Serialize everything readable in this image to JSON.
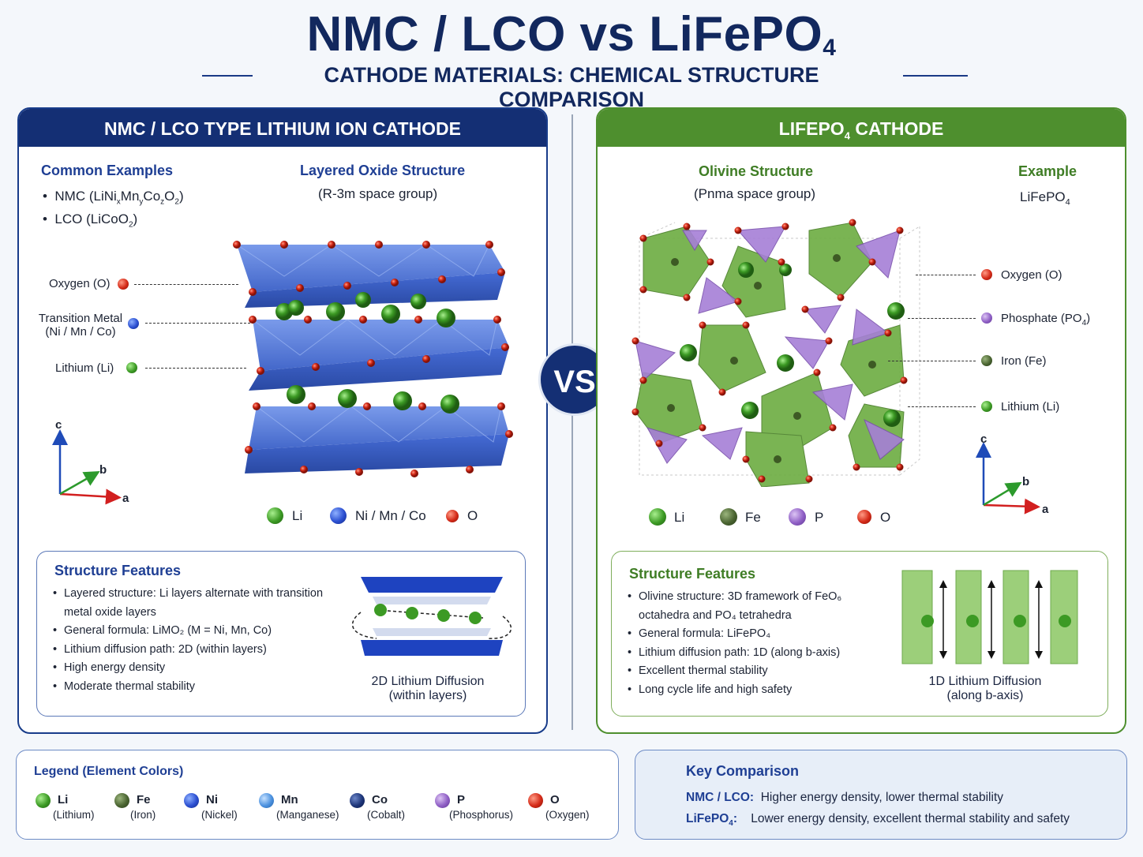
{
  "header": {
    "title_main": "NMC / LCO vs LiFePO",
    "title_sub": "4",
    "subtitle": "CATHODE MATERIALS: CHEMICAL STRUCTURE COMPARISON"
  },
  "vs_label": "VS",
  "left_panel": {
    "heading": "NMC / LCO TYPE LITHIUM ION CATHODE",
    "examples_title": "Common Examples",
    "examples": [
      {
        "prefix": "NMC (LiNi",
        "parts": [
          "x",
          "Mn",
          "y",
          "Co",
          "z",
          "O",
          "2",
          ")"
        ]
      },
      {
        "prefix": "LCO (LiCoO",
        "parts": [
          "2",
          ")"
        ]
      }
    ],
    "structure_title": "Layered Oxide Structure",
    "space_group": "(R-3m space group)",
    "labels": {
      "oxygen": "Oxygen (O)",
      "tm_line1": "Transition Metal",
      "tm_line2": "(Ni / Mn / Co)",
      "lithium": "Lithium (Li)"
    },
    "axes": {
      "c": "c",
      "b": "b",
      "a": "a"
    },
    "key": [
      {
        "label": "Li",
        "color": "li"
      },
      {
        "label": "Ni / Mn / Co",
        "color": "ni"
      },
      {
        "label": "O",
        "color": "o"
      }
    ],
    "features_title": "Structure Features",
    "features": [
      "Layered structure: Li layers alternate with transition metal oxide layers",
      "General formula: LiMO₂ (M = Ni, Mn, Co)",
      "Lithium diffusion path: 2D (within layers)",
      "High energy density",
      "Moderate thermal stability"
    ],
    "diffusion_line1": "2D Lithium Diffusion",
    "diffusion_line2": "(within layers)"
  },
  "right_panel": {
    "heading_pre": "LIFEPO",
    "heading_sub": "4",
    "heading_post": " CATHODE",
    "structure_title": "Olivine Structure",
    "space_group": "(Pnma space group)",
    "example_title": "Example",
    "example_value": "LiFePO",
    "example_sub": "4",
    "labels": {
      "oxygen": "Oxygen (O)",
      "phosphate_pre": "Phosphate (PO",
      "phosphate_sub": "4",
      "phosphate_post": ")",
      "iron": "Iron (Fe)",
      "lithium": "Lithium (Li)"
    },
    "axes": {
      "c": "c",
      "b": "b",
      "a": "a"
    },
    "key": [
      {
        "label": "Li",
        "color": "li"
      },
      {
        "label": "Fe",
        "color": "fe"
      },
      {
        "label": "P",
        "color": "p"
      },
      {
        "label": "O",
        "color": "o"
      }
    ],
    "features_title": "Structure Features",
    "features": [
      "Olivine structure: 3D framework of FeO₆ octahedra and PO₄ tetrahedra",
      "General formula: LiFePO₄",
      "Lithium diffusion path: 1D (along b-axis)",
      "Excellent thermal stability",
      "Long cycle life and high safety"
    ],
    "diffusion_line1": "1D Lithium Diffusion",
    "diffusion_line2": "(along b-axis)"
  },
  "legend": {
    "title": "Legend (Element Colors)",
    "items": [
      {
        "symbol": "Li",
        "name": "(Lithium)",
        "color": "#3c9a24"
      },
      {
        "symbol": "Fe",
        "name": "(Iron)",
        "color": "#4a6431"
      },
      {
        "symbol": "Ni",
        "name": "(Nickel)",
        "color": "#2b4fd1"
      },
      {
        "symbol": "Mn",
        "name": "(Manganese)",
        "color": "#4b91df"
      },
      {
        "symbol": "Co",
        "name": "(Cobalt)",
        "color": "#1c3478"
      },
      {
        "symbol": "P",
        "name": "(Phosphorus)",
        "color": "#8f5fc5"
      },
      {
        "symbol": "O",
        "name": "(Oxygen)",
        "color": "#d42a18"
      }
    ]
  },
  "key_comparison": {
    "title": "Key Comparison",
    "row1_label": "NMC / LCO:",
    "row1_text": "Higher energy density, lower thermal stability",
    "row2_label": "LiFePO",
    "row2_sub": "4",
    "row2_colon": ":",
    "row2_text": "Lower energy density, excellent thermal stability and safety"
  },
  "colors": {
    "navy": "#142f74",
    "green": "#4e8f2e",
    "lithium": "#3c9a24",
    "iron": "#4a6431",
    "nickel": "#2b4fd1",
    "manganese": "#4b91df",
    "cobalt": "#1c3478",
    "phosphorus": "#8f5fc5",
    "oxygen": "#d42a18"
  }
}
